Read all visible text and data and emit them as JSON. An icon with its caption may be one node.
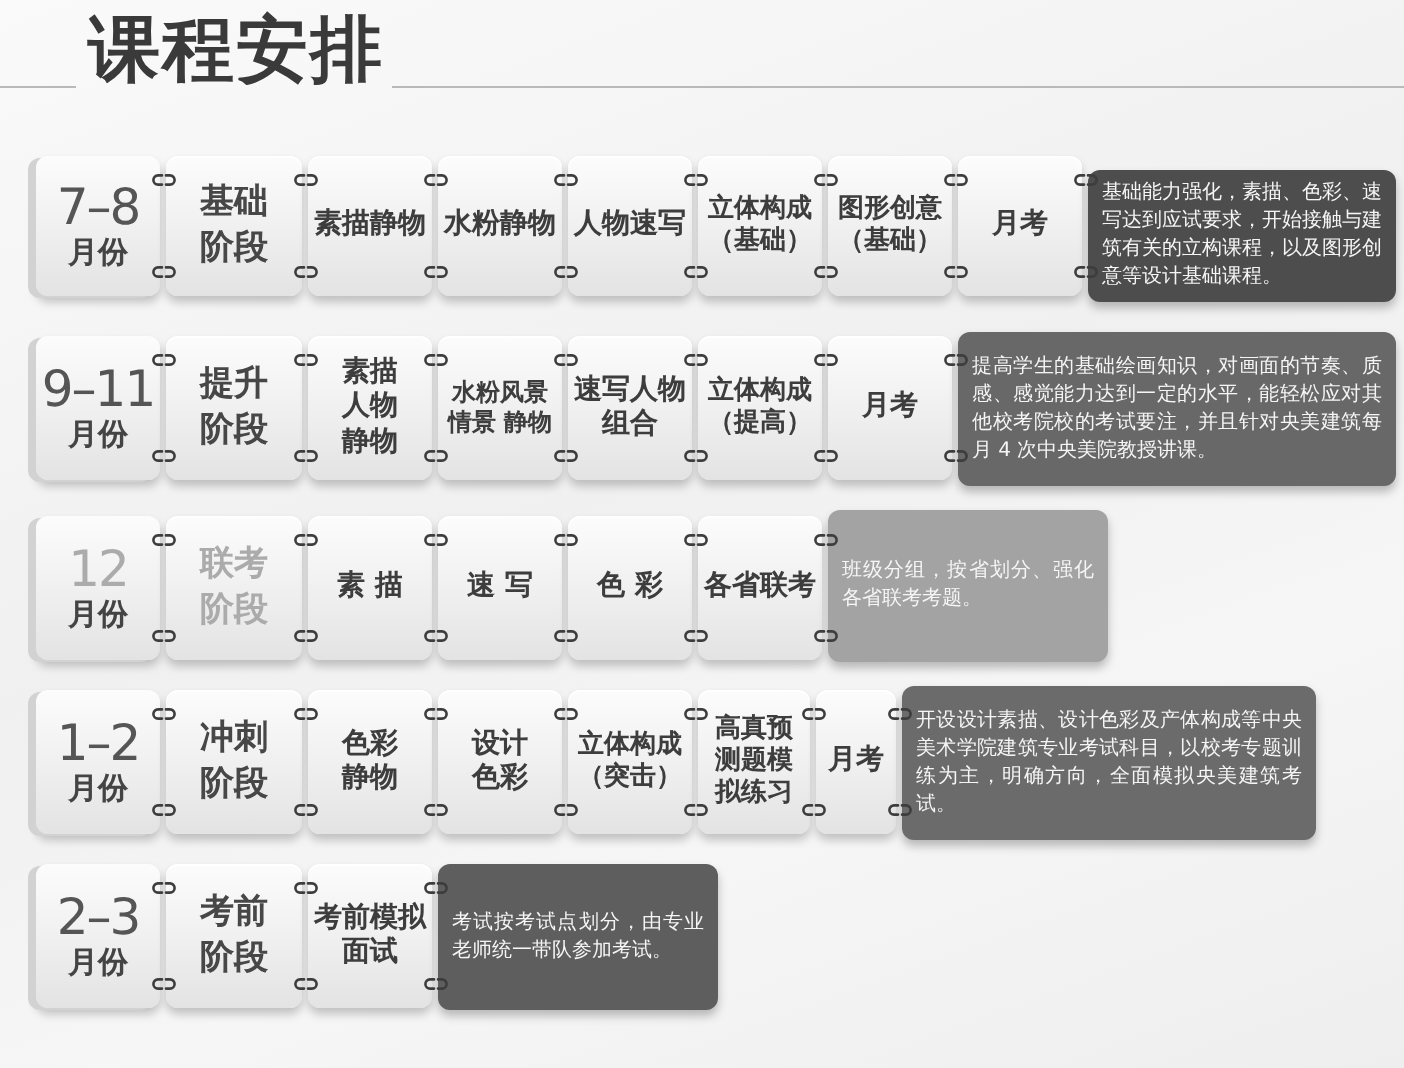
{
  "diagram": {
    "title": "课程安排",
    "nodes": [
      {
        "text": [
          "7–8",
          "月份"
        ]
      },
      {
        "text": [
          "基础阶段"
        ]
      },
      {
        "text": [
          "素描静物"
        ]
      },
      {
        "text": [
          "水粉静物"
        ]
      },
      {
        "text": [
          "人物速写"
        ]
      },
      {
        "text": [
          "立体构成（基础）"
        ]
      },
      {
        "text": [
          "图形创意（基础）"
        ]
      },
      {
        "text": [
          "月考"
        ]
      },
      {
        "text": [
          "基础能力强化，素描、色彩、速写达到应试要求，开始接触与建筑有关的立构课程，以及图形创意等设计基础课程。"
        ]
      },
      {
        "text": [
          "9–11",
          "月份"
        ]
      },
      {
        "text": [
          "提升阶段"
        ]
      },
      {
        "text": [
          "素描人物静物"
        ]
      },
      {
        "text": [
          "水粉风景情景 静物"
        ]
      },
      {
        "text": [
          "速写人物组合"
        ]
      },
      {
        "text": [
          "立体构成（提高）"
        ]
      },
      {
        "text": [
          "月考"
        ]
      },
      {
        "text": [
          "提高学生的基础绘画知识，对画面的节奏、质感、感觉能力达到一定的水平，能轻松应对其他校考院校的考试要注，并且针对央美建筑每月 4 次中央美院教授讲课。"
        ]
      },
      {
        "text": [
          "12",
          "月份"
        ]
      },
      {
        "text": [
          "联考阶段"
        ]
      },
      {
        "text": [
          "素 描"
        ]
      },
      {
        "text": [
          "速 写"
        ]
      },
      {
        "text": [
          "色 彩"
        ]
      },
      {
        "text": [
          "各省联考"
        ]
      },
      {
        "text": [
          "班级分组，按省划分、强化各省联考考题。"
        ]
      },
      {
        "text": [
          "1–2",
          "月份"
        ]
      },
      {
        "text": [
          "冲刺阶段"
        ]
      },
      {
        "text": [
          "色彩静物"
        ]
      },
      {
        "text": [
          "设计色彩"
        ]
      },
      {
        "text": [
          "立体构成（突击）"
        ]
      },
      {
        "text": [
          "高真预测题模拟练习"
        ]
      },
      {
        "text": [
          "月考"
        ]
      },
      {
        "text": [
          "开设设计素描、设计色彩及产体构成等中央美术学院建筑专业考试科目，以校考专题训练为主，明确方向，全面模拟央美建筑考试。"
        ]
      },
      {
        "text": [
          "2–3",
          "月份"
        ]
      },
      {
        "text": [
          "考前阶段"
        ]
      },
      {
        "text": [
          "考前模拟面试"
        ]
      },
      {
        "text": [
          "考试按考试点划分，由专业老师统一带队参加考试。"
        ]
      }
    ]
  }
}
